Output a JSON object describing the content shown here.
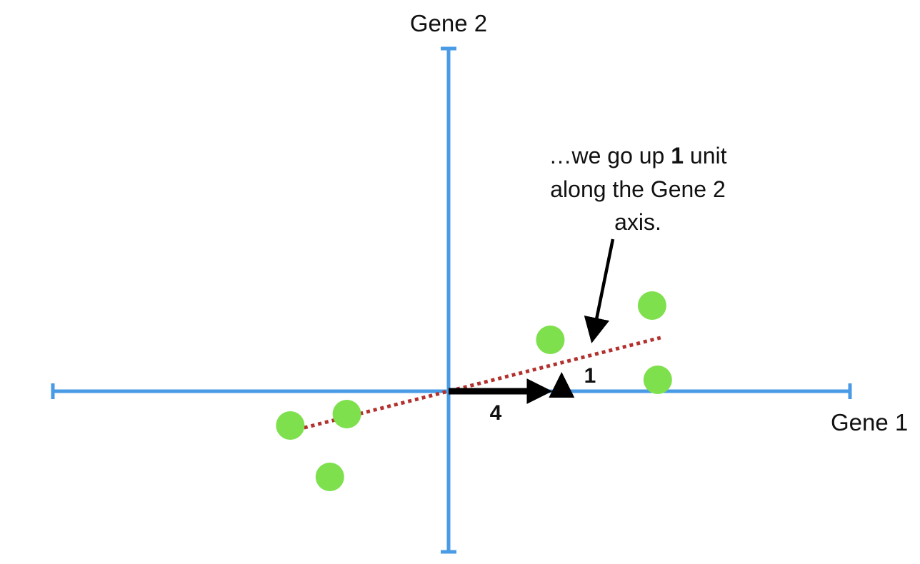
{
  "colors": {
    "axis": "#4a9be6",
    "points": "#7ee04c",
    "fit_line": "#b2312d",
    "arrows": "#000000",
    "text": "#111111"
  },
  "chart_data": {
    "type": "scatter",
    "xlabel": "Gene 1",
    "ylabel": "Gene 2",
    "xlim": [
      -7.0,
      7.0
    ],
    "ylim": [
      -3.0,
      6.0
    ],
    "points": [
      {
        "x": 3.6,
        "y": 1.5
      },
      {
        "x": 1.8,
        "y": 0.9
      },
      {
        "x": 3.7,
        "y": 0.2
      },
      {
        "x": -2.8,
        "y": -0.6
      },
      {
        "x": -1.8,
        "y": -0.4
      },
      {
        "x": -2.1,
        "y": -1.5
      }
    ],
    "fit_line": {
      "slope": 0.25,
      "x_start": -2.8,
      "x_end": 3.75
    },
    "vectors": [
      {
        "name": "run",
        "x1": 0,
        "y1": 0,
        "x2": 2.0,
        "y2": 0
      },
      {
        "name": "rise",
        "x1": 2.0,
        "y1": 0,
        "x2": 2.0,
        "y2": 0.5
      }
    ]
  },
  "labels": {
    "run": "4",
    "rise": "1",
    "annotation_prefix": "…we go up ",
    "annotation_bold": "1",
    "annotation_suffix": " unit",
    "annotation_line2": "along the Gene 2",
    "annotation_line3": "axis."
  }
}
